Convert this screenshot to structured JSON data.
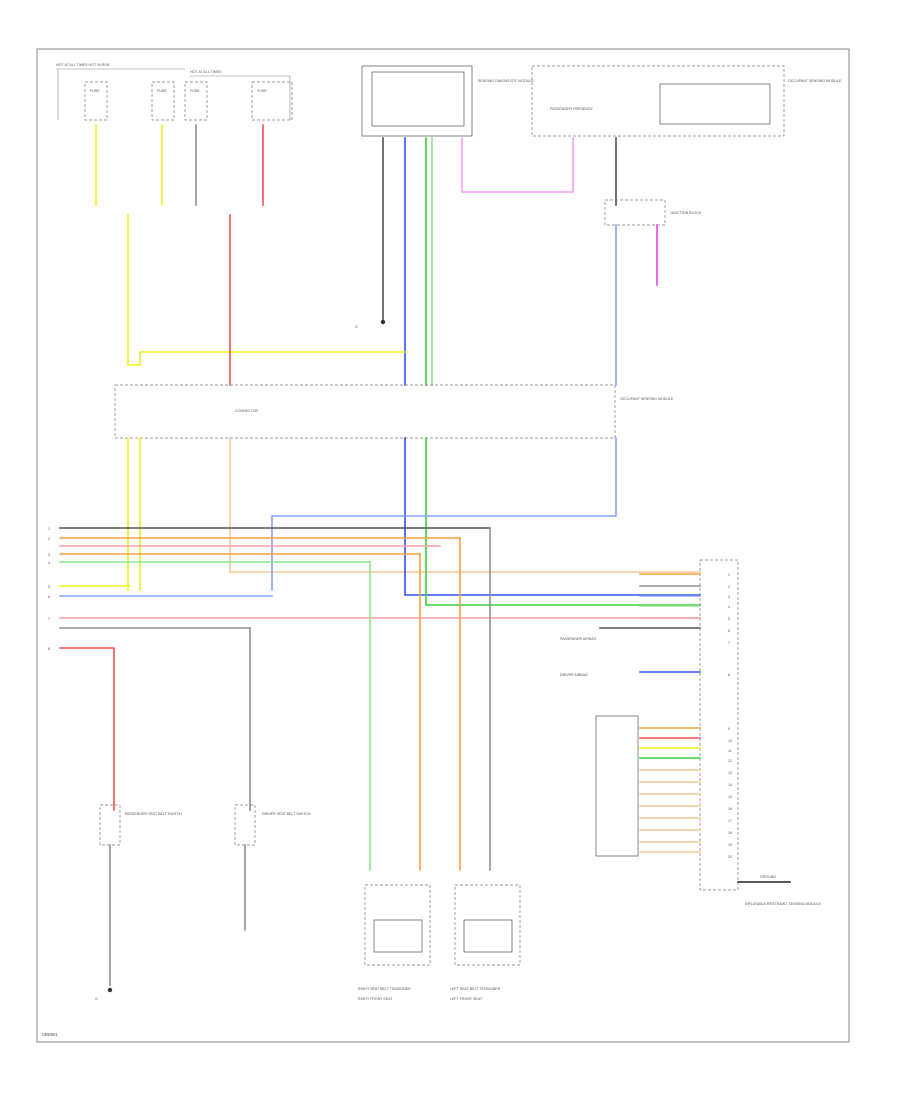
{
  "diagram": {
    "footer_label": "CBD001",
    "colors": {
      "yellow": "#f2f21a",
      "red": "#f05050",
      "pink": "#f3a0a0",
      "orange": "#f5a040",
      "light_orange": "#f7c89a",
      "green": "#3ccf3c",
      "light_green": "#8fe08f",
      "blue": "#3050f0",
      "light_blue": "#8aa0f5",
      "magenta": "#f040f0",
      "light_magenta": "#f59cf5",
      "gray": "#909090",
      "dark": "#505050",
      "black": "#222222"
    },
    "left_buses": [
      "1",
      "2",
      "3",
      "4",
      "5",
      "6",
      "7",
      "8"
    ],
    "module_pins": [
      "1",
      "2",
      "3",
      "4",
      "5",
      "6",
      "7",
      "8",
      "9",
      "10",
      "11",
      "12",
      "13",
      "14",
      "15",
      "16",
      "17",
      "18",
      "19",
      "20"
    ],
    "labels": {
      "top_left_header": "HOT AT ALL TIMES   HOT IN RUN",
      "fuse_header": "HOT AT ALL TIMES",
      "fuse1": "FUSE",
      "fuse2": "FUSE",
      "fuse3": "FUSE",
      "fuse4": "FUSE",
      "connector_center": "CONNECTOR",
      "sensing_module": "SENSING DIAGNOSTIC MODULE",
      "occupant_module": "OCCUPANT SENSING MODULE",
      "passenger_presence": "PASSENGER PRESENCE",
      "ground1": "G",
      "ground2": "G",
      "junction_block": "JUNCTION BLOCK",
      "right_seat_belt": "RIGHT SEAT BELT TENSIONER",
      "left_seat_belt": "LEFT SEAT BELT TENSIONER",
      "right_front_seat": "RIGHT FRONT SEAT",
      "left_front_seat": "LEFT FRONT SEAT",
      "passenger_switch": "PASSENGER SEAT BELT SWITCH",
      "driver_switch": "DRIVER SEAT BELT SWITCH",
      "airbag_module": "INFLATABLE RESTRAINT SENSING MODULE",
      "ground_main": "GROUND",
      "pass_airbag": "PASSENGER AIRBAG",
      "driver_airbag": "DRIVER AIRBAG"
    }
  }
}
